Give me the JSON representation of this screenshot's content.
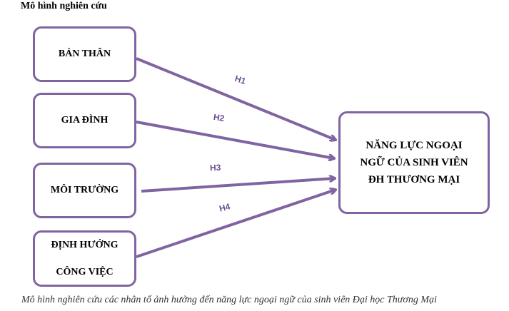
{
  "heading": "Mô hình nghiên cứu",
  "factors": [
    {
      "label": "BẢN THÂN"
    },
    {
      "label": "GIA ĐÌNH"
    },
    {
      "label": "MÔI TRƯỜNG"
    },
    {
      "lines": [
        "ĐỊNH HƯỚNG",
        "CÔNG VIỆC"
      ]
    }
  ],
  "target": {
    "lines": [
      "NĂNG LỰC NGOẠI",
      "NGỮ CỦA SINH VIÊN",
      "ĐH THƯƠNG MẠI"
    ]
  },
  "hypotheses": [
    "H1",
    "H2",
    "H3",
    "H4"
  ],
  "caption": "Mô hình nghiên cứu các nhân tố ảnh hưởng đến năng lực ngoại ngữ của sinh viên Đại học Thương Mại",
  "colors": {
    "border": "#8064a2",
    "arrow": "#8064a2",
    "label": "#6b4f8e"
  }
}
